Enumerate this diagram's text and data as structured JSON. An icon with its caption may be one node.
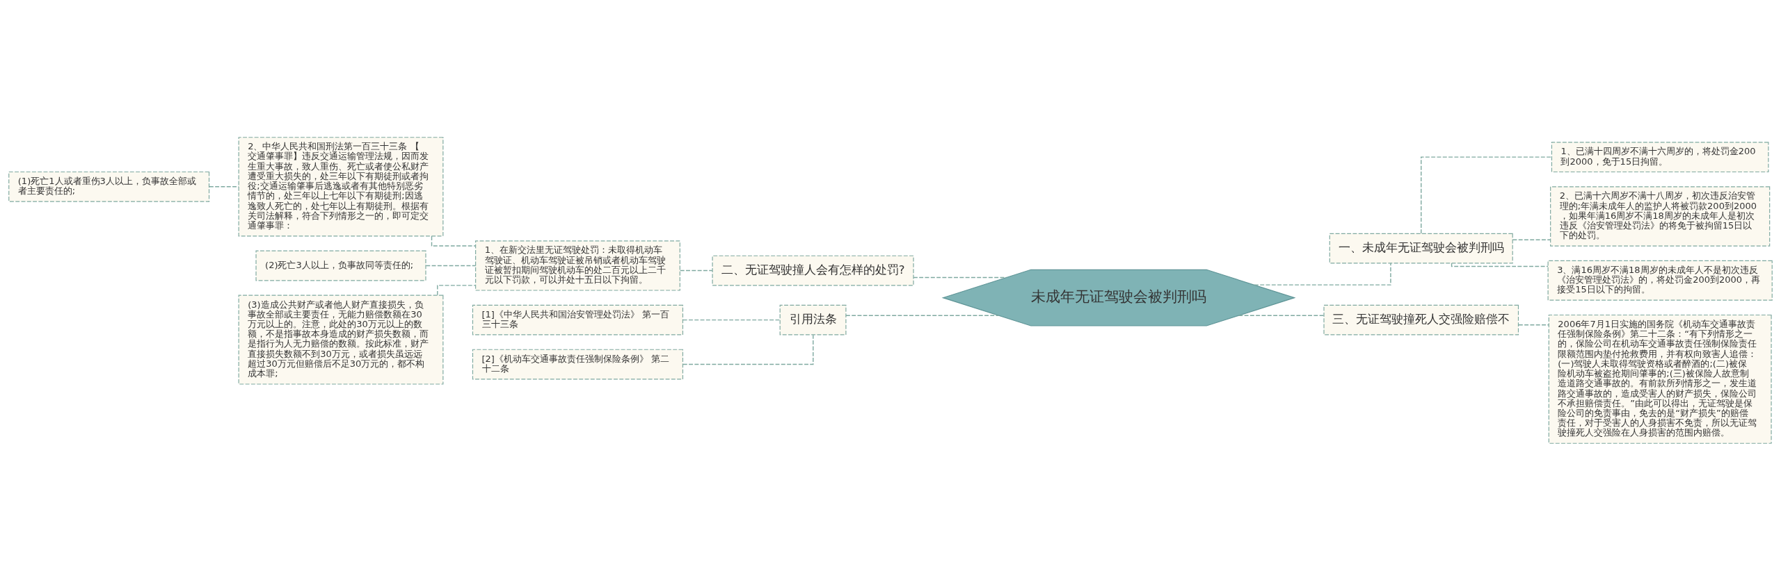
{
  "diagram": {
    "nodes": [
      {
        "text": [
          "未成年无证驾驶会被判刑吗"
        ]
      },
      {
        "text": [
          "二、无证驾驶撞人会有怎样的处罚?"
        ]
      },
      {
        "text": [
          "1、在新交法里无证驾驶处罚：未取得机动车驾驶证、机动车驾驶证被吊销或者机动车驾驶证被暂扣期间驾驶机动车的处二百元以上二千元以下罚款，可以并处十五日以下拘留。"
        ]
      },
      {
        "text": [
          "2、中华人民共和国刑法第一百三十三条 【交通肇事罪】违反交通运输管理法规，因而发生重大事故，致人重伤、死亡或者使公私财产遭受重大损失的，处三年以下有期徒刑或者拘役;交通运输肇事后逃逸或者有其他特别恶劣情节的，处三年以上七年以下有期徒刑;因逃逸致人死亡的，处七年以上有期徒刑。根据有关司法解释，符合下列情形之一的，即可定交通肇事罪："
        ]
      },
      {
        "text": [
          "(1)死亡1人或者重伤3人以上，负事故全部或者主要责任的;"
        ]
      },
      {
        "text": [
          "(2)死亡3人以上，负事故同等责任的;"
        ]
      },
      {
        "text": [
          "(3)造成公共财产或者他人财产直接损失，负事故全部或主要责任，无能力赔偿数额在30万元以上的。注意，此处的30万元以上的数额，不是指事故本身造成的财产损失数额，而是指行为人无力赔偿的数额。按此标准，财产直接损失数额不到30万元，或者损失虽远远超过30万元但赔偿后不足30万元的，都不构成本罪;"
        ]
      },
      {
        "text": [
          "引用法条"
        ]
      },
      {
        "text": [
          "[1]《中华人民共和国治安管理处罚法》 第一百三十三条"
        ]
      },
      {
        "text": [
          "[2]《机动车交通事故责任强制保险条例》 第二十二条"
        ]
      },
      {
        "text": [
          "一、未成年无证驾驶会被判刑吗"
        ]
      },
      {
        "text": [
          "1、已满十四周岁不满十六周岁的，将处罚金200到2000，免于15日拘留。"
        ]
      },
      {
        "text": [
          "2、已满十六周岁不满十八周岁，初次违反治安管理的;年满未成年人的监护人将被罚款200到2000，如果年满16周岁不满18周岁的未成年人是初次违反《治安管理处罚法》的将免于被拘留15日以下的处罚。"
        ]
      },
      {
        "text": [
          "3、满16周岁不满18周岁的未成年人不是初次违反《治安管理处罚法》的，将处罚金200到2000，再接受15日以下的拘留。"
        ]
      },
      {
        "text": [
          "三、无证驾驶撞死人交强险赔偿不"
        ]
      },
      {
        "text": [
          "2006年7月1日实施的国务院《机动车交通事故责任强制保险条例》第二十二条：“有下列情形之一的，保险公司在机动车交通事故责任强制保险责任限额范围内垫付抢救费用，并有权向致害人追偿：(一)驾驶人未取得驾驶资格或者醉酒的;(二)被保险机动车被盗抢期间肇事的;(三)被保险人故意制造道路交通事故的。有前款所列情形之一，发生道路交通事故的，造成受害人的财产损失，保险公司不承担赔偿责任。”由此可以得出，无证驾驶是保险公司的免责事由，免去的是“财产损失”的赔偿责任，对于受害人的人身损害不免责，所以无证驾驶撞死人交强险在人身损害的范围内赔偿。"
        ]
      }
    ],
    "edges": [
      {
        "from": 0,
        "to": 1,
        "arrow": "none",
        "style": "dashed"
      },
      {
        "from": 1,
        "to": 2,
        "arrow": "none",
        "style": "dashed"
      },
      {
        "from": 2,
        "to": 3,
        "arrow": "none",
        "style": "dashed"
      },
      {
        "from": 3,
        "to": 4,
        "arrow": "none",
        "style": "dashed"
      },
      {
        "from": 2,
        "to": 5,
        "arrow": "none",
        "style": "dashed"
      },
      {
        "from": 2,
        "to": 6,
        "arrow": "none",
        "style": "dashed"
      },
      {
        "from": 0,
        "to": 7,
        "arrow": "none",
        "style": "dashed"
      },
      {
        "from": 7,
        "to": 8,
        "arrow": "none",
        "style": "dashed"
      },
      {
        "from": 7,
        "to": 9,
        "arrow": "none",
        "style": "dashed"
      },
      {
        "from": 0,
        "to": 10,
        "arrow": "none",
        "style": "dashed"
      },
      {
        "from": 10,
        "to": 11,
        "arrow": "none",
        "style": "dashed"
      },
      {
        "from": 10,
        "to": 12,
        "arrow": "none",
        "style": "dashed"
      },
      {
        "from": 10,
        "to": 13,
        "arrow": "none",
        "style": "dashed"
      },
      {
        "from": 0,
        "to": 14,
        "arrow": "none",
        "style": "dashed"
      },
      {
        "from": 14,
        "to": 15,
        "arrow": "none",
        "style": "dashed"
      }
    ]
  }
}
